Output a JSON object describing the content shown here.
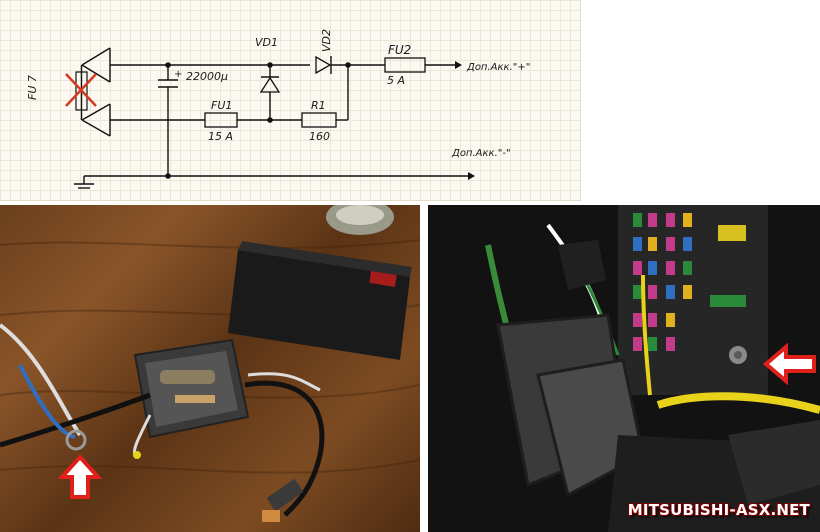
{
  "schematic": {
    "fuse_fu7": "FU 7",
    "capacitor": "22000µ",
    "vd1": "VD1",
    "vd2": "VD2",
    "fu1": "FU1",
    "fu1_rating": "15 A",
    "r1": "R1",
    "r1_value": "160",
    "fu2": "FU2",
    "fu2_rating": "5 A",
    "out_plus": "Доп.Акк.\"+\"",
    "out_minus": "Доп.Акк.\"-\""
  },
  "watermark": "MITSUBISHI-ASX.NET",
  "colors": {
    "arrow": "#e0201b",
    "wood": "#7d4b22",
    "wire_yellow": "#e8d21a",
    "wire_blue": "#2f6fc0"
  }
}
